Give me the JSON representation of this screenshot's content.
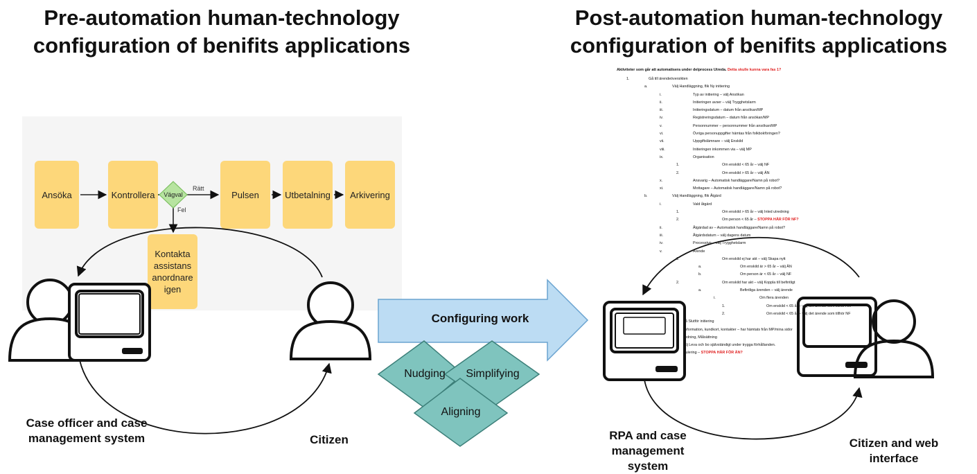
{
  "titles": {
    "left_line1": "Pre-automation human-technology",
    "left_line2": "configuration of benifits applications",
    "right_line1": "Post-automation human-technology",
    "right_line2": "configuration of benifits applications"
  },
  "flow": {
    "boxes": [
      "Ansöka",
      "Kontrollera",
      "Pulsen",
      "Utbetalning",
      "Arkivering"
    ],
    "decision": "Vägval",
    "yes_label": "Rätt",
    "no_label": "Fel",
    "side_box": "Kontakta assistans anordnare igen"
  },
  "labels": {
    "case_officer": "Case officer and case management system",
    "citizen": "Citizen",
    "rpa": "RPA and case management system",
    "citizen_web": "Citizen and web interface"
  },
  "middle": {
    "arrow_text": "Configuring work",
    "diamonds": [
      "Nudging",
      "Simplifying",
      "Aligning"
    ]
  },
  "colors": {
    "flow_box": "#fdd77a",
    "decision": "#b7e4a0",
    "arrow_fill": "#bcdcf3",
    "diamond_fill": "#7fc4be",
    "red_text": "#e02020"
  },
  "document": {
    "header": "Aktiviteter som går att automatisera under delprocess Utreda.",
    "header_red": "Detta skulle kunna vara fas 1?",
    "rows": [
      {
        "n": "1.",
        "t": "Gå till ärendeöversikten",
        "lv": 0
      },
      {
        "n": "a.",
        "t": "Välj Handläggning, flik Ny initiering",
        "lv": 1
      },
      {
        "n": "i.",
        "t": "Typ av initiering – välj Ansökan",
        "lv": 2
      },
      {
        "n": "ii.",
        "t": "Initieringen avser – välj Trygghetslarm",
        "lv": 2
      },
      {
        "n": "iii.",
        "t": "Initieringsdatum – datum från ansökan/MP",
        "lv": 2
      },
      {
        "n": "iv.",
        "t": "Registreringsdatum – datum från ansökan/MP",
        "lv": 2
      },
      {
        "n": "v.",
        "t": "Personnummer – personnummer från ansökan/MP",
        "lv": 2
      },
      {
        "n": "vi.",
        "t": "Övriga personuppgifter hämtas från folkbokföringen?",
        "lv": 2
      },
      {
        "n": "vii.",
        "t": "Uppgiftslämnare – välj Enskild",
        "lv": 2
      },
      {
        "n": "viii.",
        "t": "Initieringen inkommen via – välj MP",
        "lv": 2
      },
      {
        "n": "ix.",
        "t": "Organisation",
        "lv": 2
      },
      {
        "n": "1.",
        "t": "Om enskild < 65 år – välj NF",
        "lv": 3
      },
      {
        "n": "2.",
        "t": "Om enskild > 65 år – välj ÄN",
        "lv": 3
      },
      {
        "n": "x.",
        "t": "Ansvarig – Automatisk handläggare/Namn på robot?",
        "lv": 2
      },
      {
        "n": "xi.",
        "t": "Mottagare – Automatisk handläggare/Namn på robot?",
        "lv": 2
      },
      {
        "n": "b.",
        "t": "Välj Handläggning, flik Åtgärd",
        "lv": 1
      },
      {
        "n": "i.",
        "t": "Vald åtgärd",
        "lv": 2
      },
      {
        "n": "1.",
        "t": "Om enskild > 65 år – välj Inled utredning",
        "lv": 3
      },
      {
        "n": "2.",
        "t": "Om person < 65 år – ",
        "red": "STOPPA HÄR FÖR NF?",
        "lv": 3
      },
      {
        "n": "ii.",
        "t": "Åtgärdad av – Automatisk handläggare/Namn på robot?",
        "lv": 2
      },
      {
        "n": "iii.",
        "t": "Åtgärdsdatum – välj dagens datum",
        "lv": 2
      },
      {
        "n": "iv.",
        "t": "Processtyp – välj Trygghetslarm",
        "lv": 2
      },
      {
        "n": "v.",
        "t": "Ärende",
        "lv": 2
      },
      {
        "n": "1.",
        "t": "Om enskild ej har akt – välj Skapa nytt",
        "lv": 3
      },
      {
        "n": "a.",
        "t": "Om enskild är > 65 år – välj ÄN",
        "lv": 4
      },
      {
        "n": "b.",
        "t": "Om person är < 65 år – välj NF",
        "lv": 4
      },
      {
        "n": "2.",
        "t": "Om enskild har akt – välj Koppla till befintligt",
        "lv": 3
      },
      {
        "n": "a.",
        "t": "Befintliga ärenden – välj ärende",
        "lv": 4
      },
      {
        "n": "i.",
        "t": "Om flera ärenden",
        "lv": 5
      },
      {
        "n": "1.",
        "t": "Om enskild < 65 år – välj det ärende som tillhör ÄN",
        "lv": 6
      },
      {
        "n": "2.",
        "t": "Om enskild < 65 år – välj det ärende som tillhör NF",
        "lv": 6
      },
      {
        "n": "c.",
        "t": "Klicka på Slutför initiering",
        "lv": 1
      },
      {
        "n": "d.",
        "t": "Personinformation, kundkort, kontakter – har hämtats från MP/mina sidor",
        "lv": 1
      },
      {
        "n": "2.",
        "t": "Välj Utredning, flik Utredning, Målsättning",
        "lv": 0
      },
      {
        "n": "a.",
        "t": "Mål – välj Leva och bo självständigt under trygga förhållanden.",
        "lv": 1
      },
      {
        "n": "b.",
        "t": "Målformulering – ",
        "red": "STOPPA HÄR FÖR ÄN?",
        "lv": 1
      }
    ]
  }
}
